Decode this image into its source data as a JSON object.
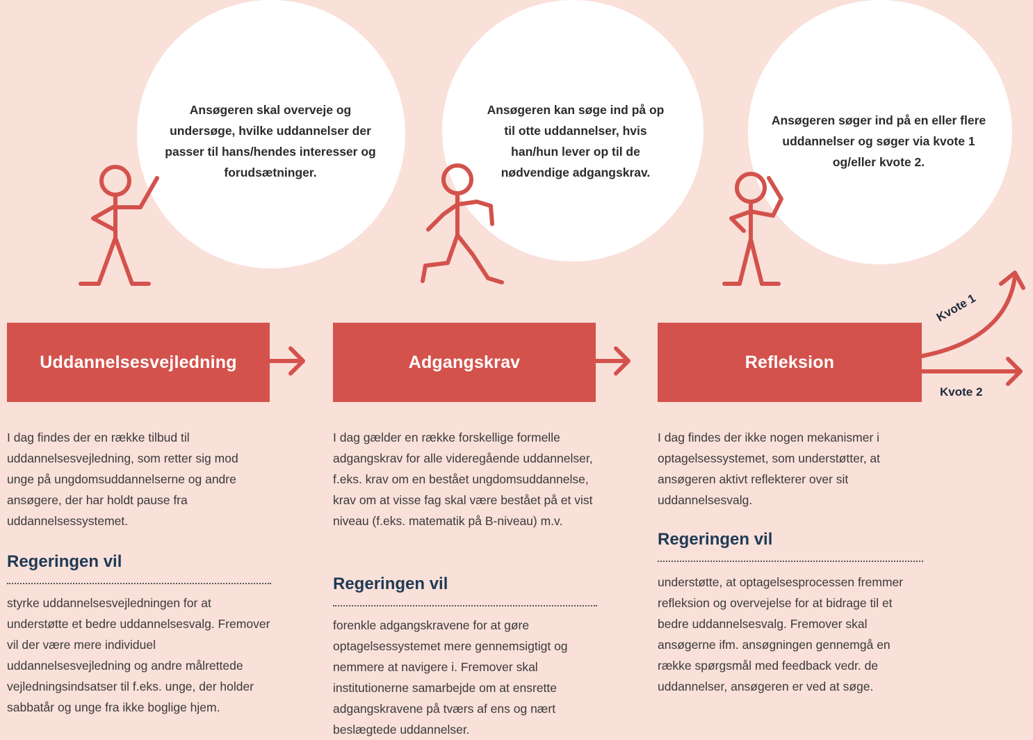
{
  "colors": {
    "background": "#f9e0d9",
    "accent": "#d4524c",
    "heading": "#1f3a55",
    "bubble": "#ffffff"
  },
  "steps": [
    {
      "title": "Uddannelsesvejledning",
      "bubble_text": "Ansøgeren skal overveje og undersøge, hvilke uddannelser der passer til hans/hendes interesser og forudsætninger.",
      "description": "I dag findes der en række tilbud til uddannelsesvejledning, som retter sig mod unge på ungdomsuddannelserne og andre ansøgere, der har holdt pause fra uddannelsessystemet.",
      "heading": "Regeringen vil",
      "plan": "styrke uddannelsesvejledningen for at understøtte et bedre uddannelsesvalg. Fremover vil der være mere individuel uddannelsesvejledning og andre målrettede vejledningsindsatser til f.eks. unge, der holder sabbatår og unge fra ikke boglige hjem."
    },
    {
      "title": "Adgangskrav",
      "bubble_text": "Ansøgeren kan søge ind på op til otte uddannelser, hvis han/hun lever op til de nødvendige adgangskrav.",
      "description": "I dag gælder en række forskellige formelle adgangskrav for alle videregående uddannelser, f.eks. krav om en bestået ungdomsuddannelse, krav om at visse fag skal være bestået på et vist niveau (f.eks. matematik på B-niveau) m.v.",
      "heading": "Regeringen vil",
      "plan": "forenkle adgangskravene for at gøre optagelsessystemet mere gennemsigtigt og nemmere at navigere i. Fremover skal institutionerne samarbejde om at ensrette adgangskravene på tværs af ens og nært beslægtede uddannelser."
    },
    {
      "title": "Refleksion",
      "bubble_text": "Ansøgeren søger ind på en eller flere uddannelser og søger via kvote 1 og/eller kvote 2.",
      "description": "I dag findes der ikke nogen mekanismer i optagelsessystemet, som understøtter, at ansøgeren aktivt reflekterer over sit uddannelsesvalg.",
      "heading": "Regeringen vil",
      "plan": "understøtte, at optagelsesprocessen fremmer refleksion og overvejelse for at bidrage til et bedre uddannelsesvalg. Fremover skal ansøgerne ifm. ansøgningen gennemgå en række spørgsmål med feedback vedr. de uddannelser, ansøgeren er ved at søge."
    }
  ],
  "quotas": {
    "q1": "Kvote 1",
    "q2": "Kvote 2"
  }
}
